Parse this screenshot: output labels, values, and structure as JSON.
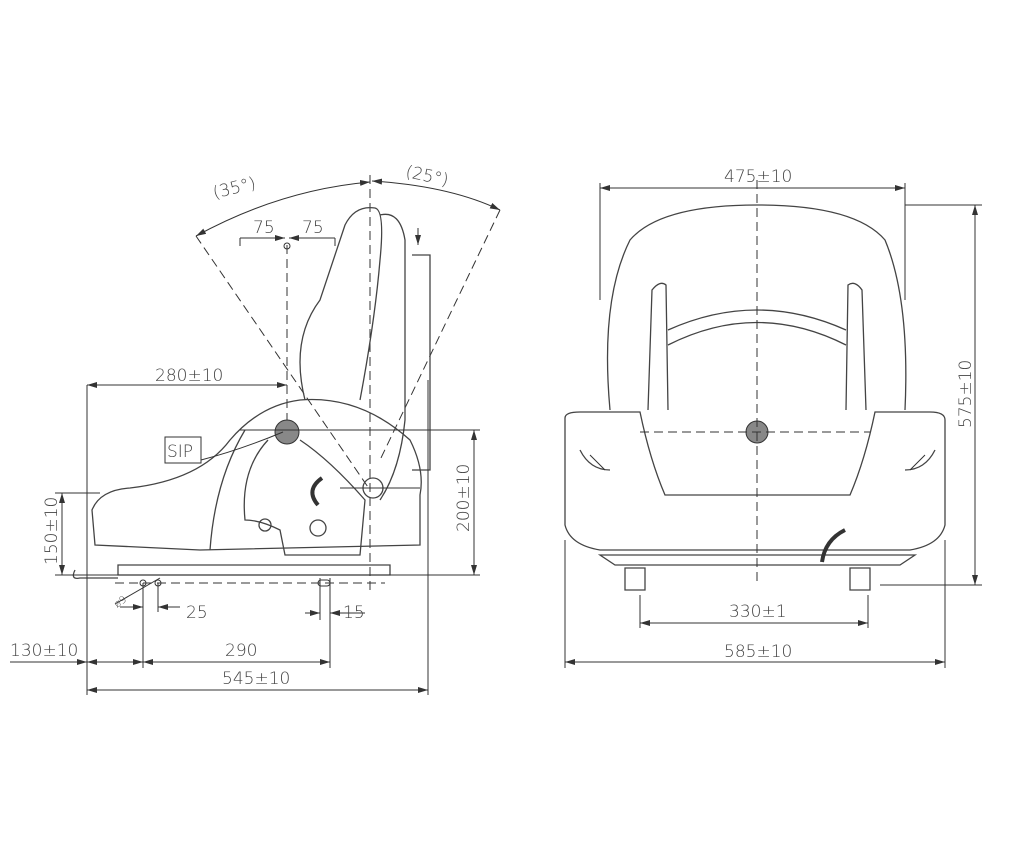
{
  "side_view": {
    "recline_forward": "(35°)",
    "recline_back": "(25°)",
    "offset_left": "75",
    "offset_right": "75",
    "sip_horizontal": "280±10",
    "sip_label": "SIP",
    "seat_height_front": "150±10",
    "sip_height": "200±10",
    "hole_spacing": "25",
    "slot_width": "15",
    "hole_diameter": "ø9",
    "front_offset": "130±10",
    "mount_spacing": "290",
    "overall_depth": "545±10"
  },
  "front_view": {
    "backrest_width": "475±10",
    "overall_height": "575±10",
    "mount_width": "330±1",
    "overall_width": "585±10"
  }
}
